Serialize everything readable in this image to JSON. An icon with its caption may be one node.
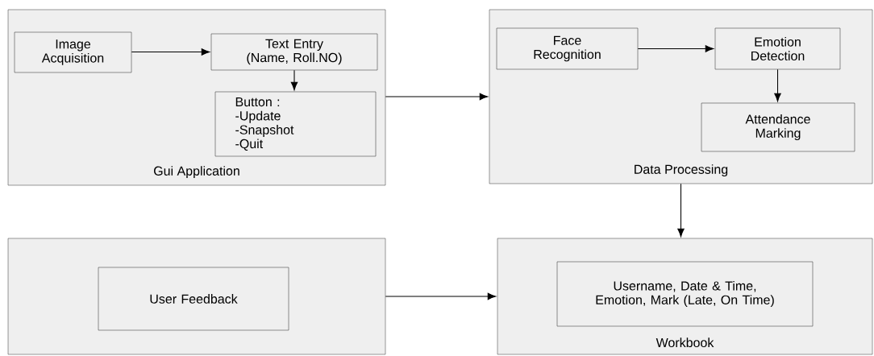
{
  "diagram": {
    "nodes": [
      {
        "text": [
          "Gui Application"
        ]
      },
      {
        "text": [
          "Image Acquisition"
        ],
        "in": 0
      },
      {
        "text": [
          "Text Entry (Name, Roll.NO)"
        ],
        "in": 0
      },
      {
        "text": [
          "Button :",
          "-Update",
          "-Snapshot",
          "-Quit"
        ],
        "in": 0
      },
      {
        "text": [
          "Data Processing"
        ]
      },
      {
        "text": [
          "Face Recognition"
        ],
        "in": 4
      },
      {
        "text": [
          "Emotion Detection"
        ],
        "in": 4
      },
      {
        "text": [
          "Attendance Marking"
        ],
        "in": 4
      },
      {
        "text": [],
        "shape": "box"
      },
      {
        "text": [
          "User Feedback"
        ],
        "in": 8
      },
      {
        "text": [
          "Workbook"
        ]
      },
      {
        "text": [
          "Username, Date & Time, Emotion, Mark (Late, On Time)"
        ],
        "in": 10
      }
    ],
    "edges": [
      {
        "from": 1,
        "to": 2,
        "arrow": "to"
      },
      {
        "from": 2,
        "to": 3,
        "arrow": "to"
      },
      {
        "from": 0,
        "to": 4,
        "arrow": "to"
      },
      {
        "from": 5,
        "to": 6,
        "arrow": "to"
      },
      {
        "from": 6,
        "to": 7,
        "arrow": "to"
      },
      {
        "from": 4,
        "to": 10,
        "arrow": "to"
      },
      {
        "from": 8,
        "to": 10,
        "arrow": "to"
      }
    ]
  }
}
